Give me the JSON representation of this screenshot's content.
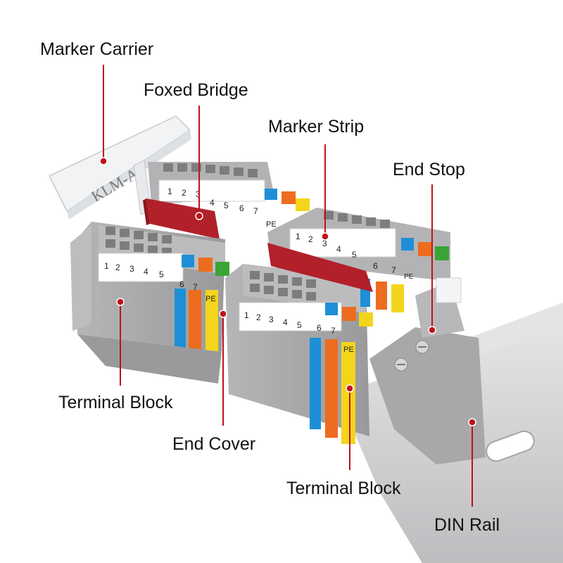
{
  "labels": {
    "marker_carrier": "Marker Carrier",
    "foxed_bridge": "Foxed Bridge",
    "marker_strip": "Marker Strip",
    "end_stop": "End Stop",
    "terminal_block_left": "Terminal Block",
    "end_cover": "End Cover",
    "terminal_block_right": "Terminal Block",
    "din_rail": "DIN Rail"
  },
  "carrier_text": "KLM-A",
  "marker_numbers_back": [
    "1",
    "2",
    "3",
    "4",
    "5",
    "6",
    "7",
    "PE"
  ],
  "marker_numbers_front_left": [
    "1",
    "2",
    "3",
    "4",
    "5",
    "6",
    "7",
    "PE"
  ],
  "marker_numbers_front_right": [
    "1",
    "2",
    "3",
    "4",
    "5",
    "6",
    "7",
    "PE"
  ],
  "marker_numbers_mid_right": [
    "1",
    "2",
    "3",
    "4",
    "5",
    "6",
    "7",
    "PE"
  ],
  "colors": {
    "callout_line": "#c0121b",
    "housing_gray": "#a9a9ab",
    "housing_light": "#c9c9cb",
    "housing_dark": "#8e8e90",
    "blue": "#1e8fd6",
    "orange": "#ee6c1f",
    "yellow": "#f3d51c",
    "green": "#3aa536",
    "bridge_red": "#b2202a",
    "rail_gray": "#d3d3d5"
  }
}
